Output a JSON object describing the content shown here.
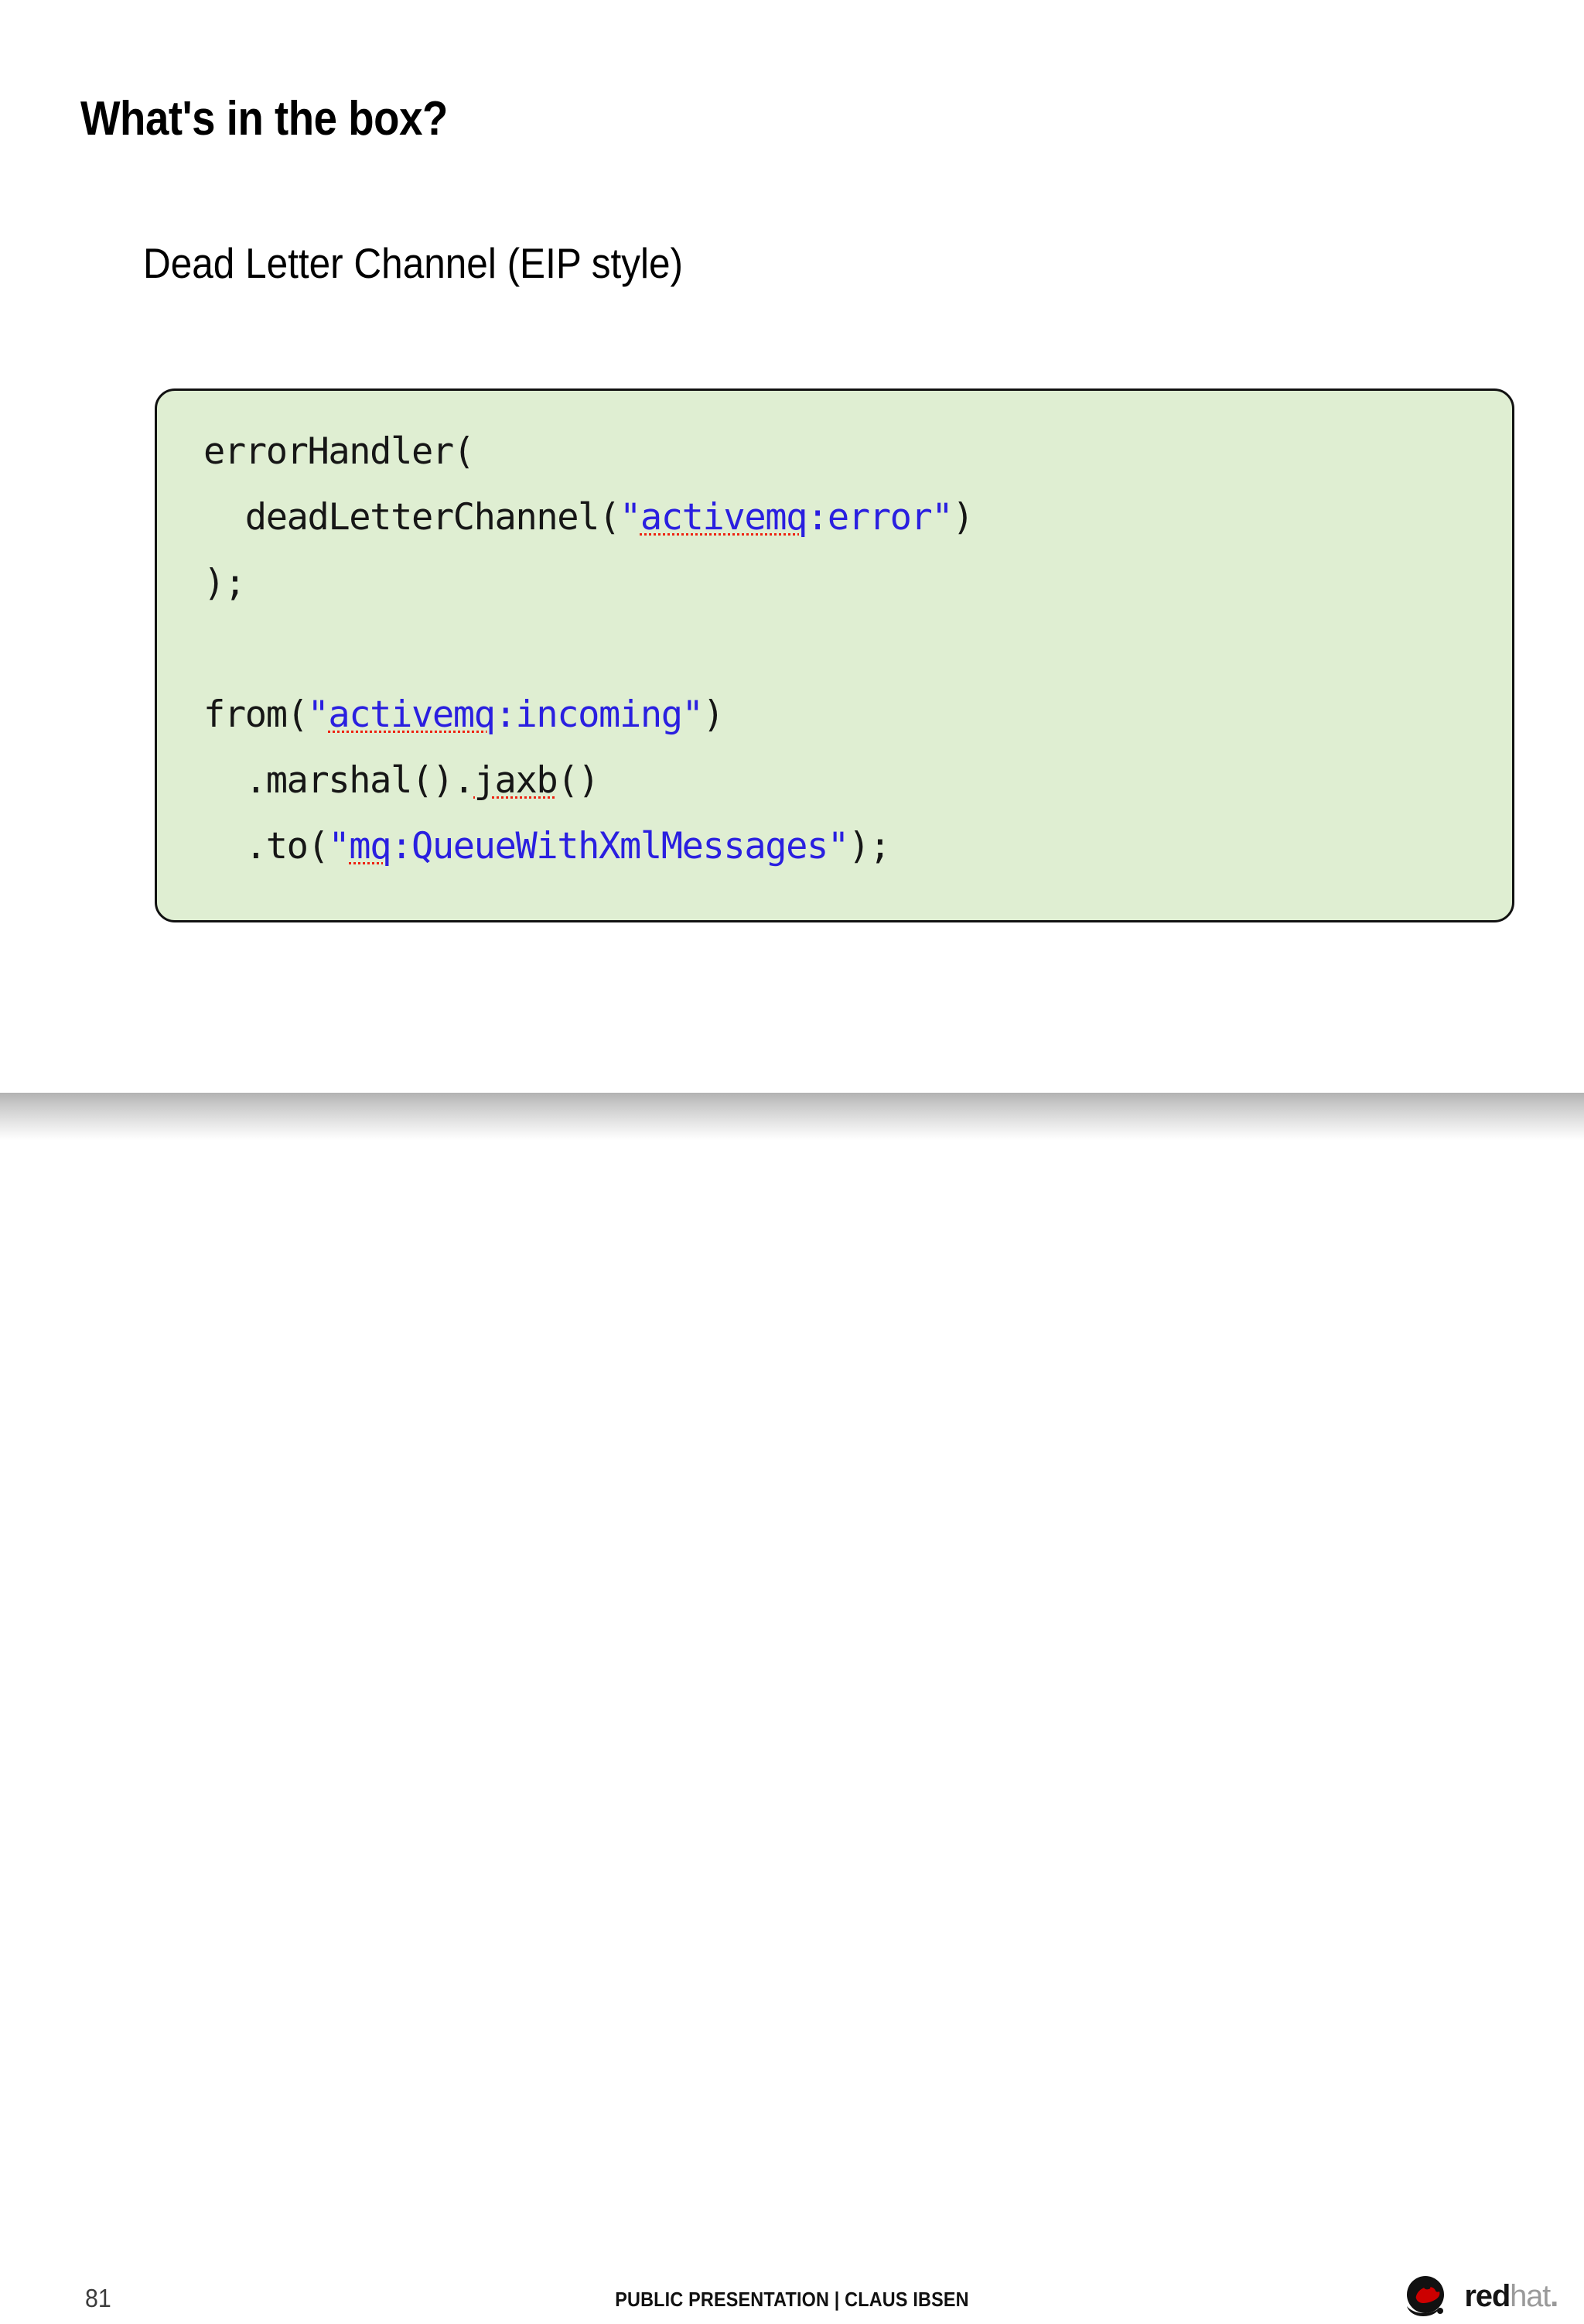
{
  "slide": {
    "title": "What's in the box?",
    "subtitle": "Dead Letter Channel (EIP style)"
  },
  "code_block": {
    "background_color": "#dfeed2",
    "border_color": "#111111",
    "string_color": "#2a1fe0",
    "plain_color": "#161616",
    "spellcheck_underline_color": "#ee2211",
    "language": "java",
    "full_text": "errorHandler(\n  deadLetterChannel(\"activemq:error\")\n);\n\nfrom(\"activemq:incoming\")\n  .marshal().jaxb()\n  .to(\"mq:QueueWithXmlMessages\");",
    "lines": [
      {
        "id": "line-1",
        "tokens": [
          {
            "text": "errorHandler(",
            "kind": "plain"
          }
        ]
      },
      {
        "id": "line-2",
        "tokens": [
          {
            "text": "  deadLetterChannel(",
            "kind": "plain"
          },
          {
            "text": "\"",
            "kind": "string"
          },
          {
            "text": "activemq",
            "kind": "string-misspelled"
          },
          {
            "text": ":error\"",
            "kind": "string"
          },
          {
            "text": ")",
            "kind": "plain"
          }
        ]
      },
      {
        "id": "line-3",
        "tokens": [
          {
            "text": ");",
            "kind": "plain"
          }
        ]
      },
      {
        "id": "line-4",
        "tokens": []
      },
      {
        "id": "line-5",
        "tokens": [
          {
            "text": "from(",
            "kind": "plain"
          },
          {
            "text": "\"",
            "kind": "string"
          },
          {
            "text": "activemq",
            "kind": "string-misspelled"
          },
          {
            "text": ":incoming\"",
            "kind": "string"
          },
          {
            "text": ")",
            "kind": "plain"
          }
        ]
      },
      {
        "id": "line-6",
        "tokens": [
          {
            "text": "  .marshal().",
            "kind": "plain"
          },
          {
            "text": "jaxb",
            "kind": "plain-misspelled"
          },
          {
            "text": "()",
            "kind": "plain"
          }
        ]
      },
      {
        "id": "line-7",
        "tokens": [
          {
            "text": "  .to(",
            "kind": "plain"
          },
          {
            "text": "\"",
            "kind": "string"
          },
          {
            "text": "mq",
            "kind": "string-misspelled"
          },
          {
            "text": ":QueueWithXmlMessages\"",
            "kind": "string"
          },
          {
            "text": ");",
            "kind": "plain"
          }
        ]
      }
    ]
  },
  "footer": {
    "page_number": "81",
    "center_text": "PUBLIC PRESENTATION | CLAUS IBSEN",
    "logo": {
      "word_red": "red",
      "word_hat": "hat",
      "word_dot": ".",
      "mark_color": "#cc0000",
      "circle_color": "#111111"
    }
  }
}
